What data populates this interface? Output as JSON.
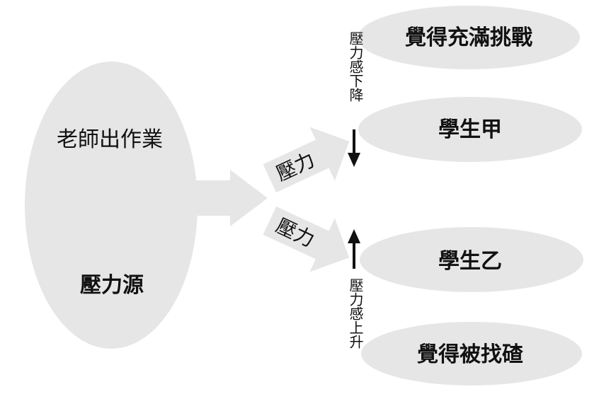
{
  "colors": {
    "shape_fill": "#e6e6e6",
    "text": "#111111",
    "arrow": "#111111",
    "background": "#ffffff"
  },
  "source": {
    "line1": "老師出作業",
    "line2": "壓力源"
  },
  "pressure_arrows": {
    "upper_label": "壓力",
    "lower_label": "壓力"
  },
  "outcomes": {
    "challenge": "覺得充滿挑戰",
    "student_a": "學生甲",
    "student_b": "學生乙",
    "targeted": "覺得被找碴"
  },
  "indicators": {
    "down": "壓力感下降",
    "up": "壓力感上升"
  },
  "icons": {
    "down_arrow": "arrow-down-icon",
    "up_arrow": "arrow-up-icon",
    "big_arrow": "block-arrow-icon"
  }
}
